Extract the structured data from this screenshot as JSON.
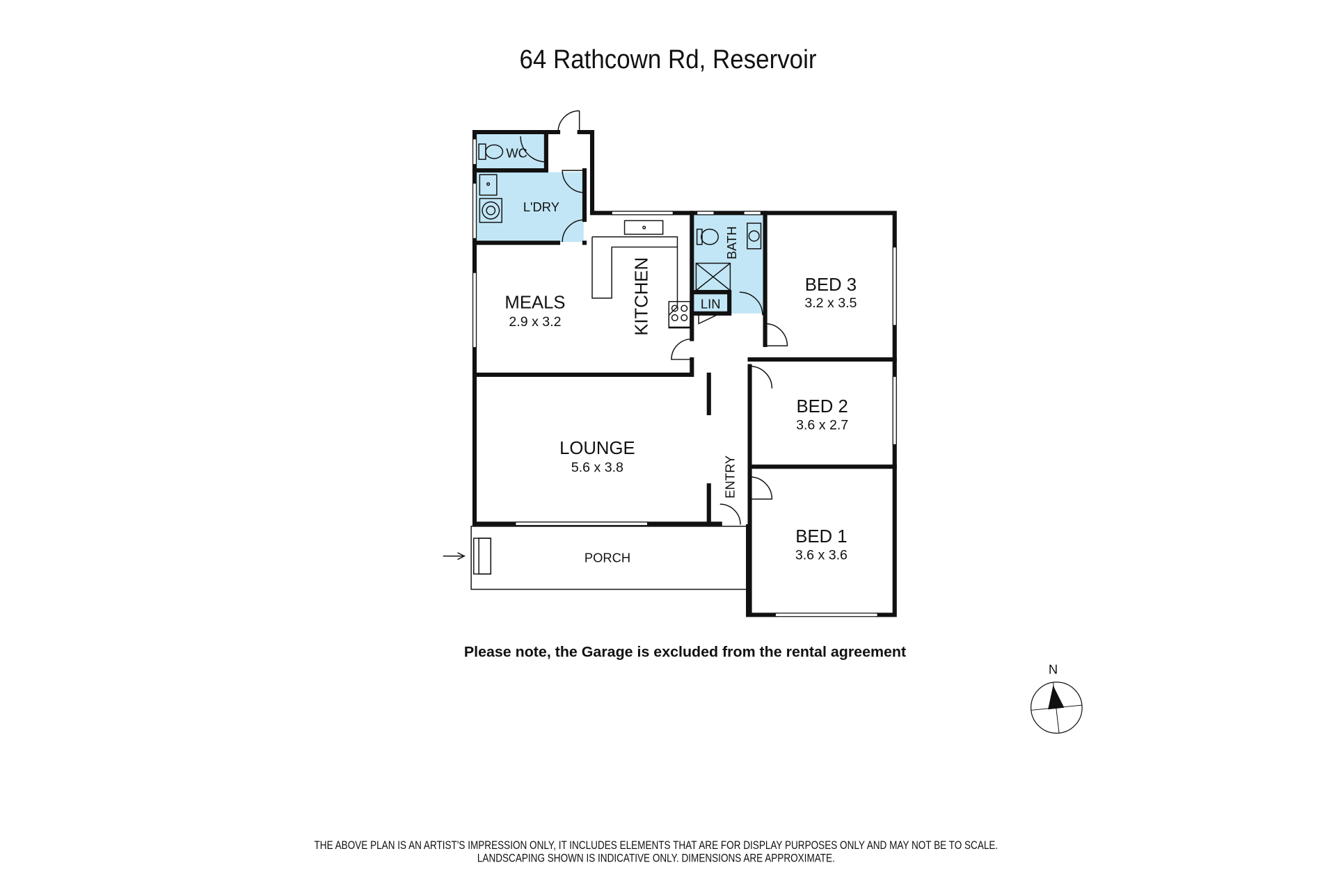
{
  "title": "64 Rathcown Rd, Reservoir",
  "rooms": {
    "wc": {
      "name": "WC"
    },
    "laundry": {
      "name": "L'DRY"
    },
    "meals": {
      "name": "MEALS",
      "dims": "2.9 x 3.2"
    },
    "kitchen": {
      "name": "KITCHEN"
    },
    "bath": {
      "name": "BATH"
    },
    "linen": {
      "name": "LIN"
    },
    "bed3": {
      "name": "BED 3",
      "dims": "3.2 x 3.5"
    },
    "bed2": {
      "name": "BED 2",
      "dims": "3.6 x 2.7"
    },
    "bed1": {
      "name": "BED 1",
      "dims": "3.6 x 3.6"
    },
    "lounge": {
      "name": "LOUNGE",
      "dims": "5.6 x 3.8"
    },
    "entry": {
      "name": "ENTRY"
    },
    "porch": {
      "name": "PORCH"
    }
  },
  "note": "Please note, the Garage is excluded from the rental agreement",
  "compass": {
    "label": "N"
  },
  "disclaimer": {
    "line1": "THE ABOVE PLAN IS AN ARTIST'S IMPRESSION ONLY, IT INCLUDES ELEMENTS THAT ARE FOR DISPLAY PURPOSES ONLY AND MAY NOT BE TO SCALE.",
    "line2": "LANDSCAPING SHOWN IS INDICATIVE ONLY. DIMENSIONS ARE APPROXIMATE."
  },
  "colors": {
    "wet_area": "#c2e6f5",
    "wall": "#111111"
  }
}
